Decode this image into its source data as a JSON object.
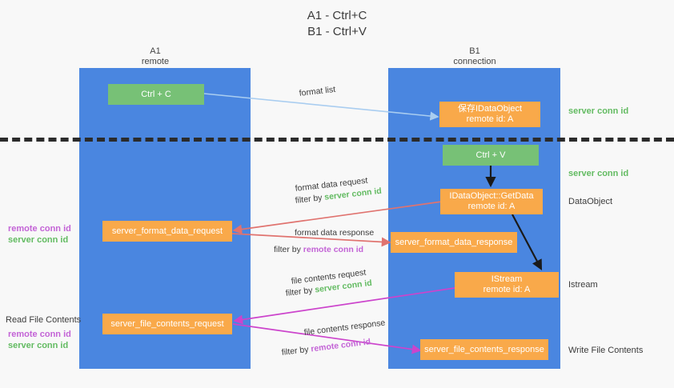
{
  "title": {
    "line1": "A1 - Ctrl+C",
    "line2": "B1 - Ctrl+V"
  },
  "panels": {
    "left": {
      "name": "A1",
      "role": "remote"
    },
    "right": {
      "name": "B1",
      "role": "connection"
    }
  },
  "boxes": {
    "ctrl_c": "Ctrl + C",
    "ctrl_v": "Ctrl + V",
    "save_idataobject_l1": "保存IDataObject",
    "save_idataobject_l2": "remote id: A",
    "getdata_l1": "IDataObject::GetData",
    "getdata_l2": "remote id: A",
    "istream_l1": "IStream",
    "istream_l2": "remote id: A",
    "server_format_data_request": "server_format_data_request",
    "server_format_data_response": "server_format_data_response",
    "server_file_contents_request": "server_file_contents_request",
    "server_file_contents_response": "server_file_contents_response"
  },
  "edges": {
    "format_list": "format list",
    "format_data_request": "format data request",
    "format_data_request_filter_prefix": "filter by ",
    "format_data_request_filter_key": "server conn id",
    "format_data_response": "format data response",
    "format_data_response_filter_prefix": "filter by ",
    "format_data_response_filter_key": "remote conn id",
    "file_contents_request": "file contents request",
    "file_contents_request_filter_prefix": "filter by ",
    "file_contents_request_filter_key": "server conn id",
    "file_contents_response": "file contents response",
    "file_contents_response_filter_prefix": "filter by ",
    "file_contents_response_filter_key": "remote conn id"
  },
  "right_labels": {
    "server_conn_id_top": "server conn id",
    "server_conn_id_mid": "server conn id",
    "dataobject": "DataObject",
    "istream": "Istream",
    "write_file_contents": "Write File Contents"
  },
  "left_labels": {
    "remote_conn_id_top": "remote conn id",
    "server_conn_id_top": "server conn id",
    "read_file_contents": "Read File Contents",
    "remote_conn_id_bottom": "remote conn id",
    "server_conn_id_bottom": "server conn id"
  },
  "colors": {
    "panel_blue": "#4a86e0",
    "box_green": "#77c176",
    "box_orange": "#f9a94a",
    "arrow_lightblue": "#a9cdf0",
    "arrow_red": "#e0736f",
    "arrow_magenta": "#cc44cc",
    "arrow_black": "#1a1a1a",
    "text_green": "#63bb62",
    "text_purple": "#c363d6",
    "background": "#f8f8f8"
  }
}
